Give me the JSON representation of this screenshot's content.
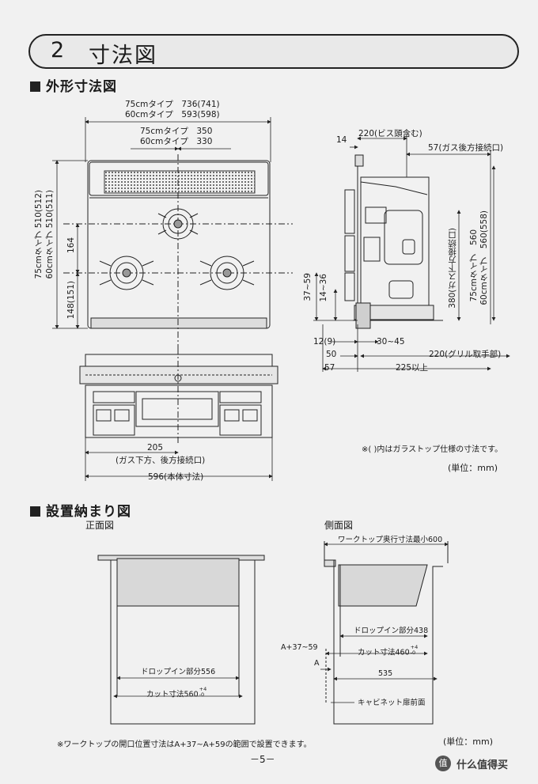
{
  "header": {
    "number": "2",
    "title": "寸法図"
  },
  "outline": {
    "heading": "外形寸法図",
    "top_dims": {
      "w75": "75cmタイプ　736(741)",
      "w60": "60cmタイプ　593(598)",
      "c75": "75cmタイプ　350",
      "c60": "60cmタイプ　330"
    },
    "left_dims": {
      "d75": "75cmタイプ 510(512)",
      "d60": "60cmタイプ 510(511)",
      "v164": "164",
      "v148": "148(151)"
    },
    "bottom_dims": {
      "d205": "205",
      "gas_note": "(ガス下方、後方接続口)",
      "d596": "596(本体寸法)"
    },
    "side_dims": {
      "d14": "14",
      "d220": "220(ビス頭含む)",
      "d57rear": "57(ガス後方接続口)",
      "v37_59": "37~59",
      "v14_36": "14~36",
      "v380": "380(ガス下方接続口)",
      "h75": "75cmタイプ　560",
      "h60": "60cmタイプ　560(558)",
      "d12": "12(9)",
      "d30_45": "30~45",
      "d50": "50",
      "d220grill": "220(グリル取手部)",
      "d57": "57",
      "d225": "225以上"
    },
    "note": "※( )内はガラストップ仕様の寸法です。",
    "unit": "(単位：mm)"
  },
  "install": {
    "heading": "設置納まり図",
    "front": {
      "label": "正面図",
      "drop": "ドロップイン部分556",
      "cut": "カット寸法560",
      "tol_up": "+4",
      "tol_dn": "-0"
    },
    "side": {
      "label": "側面図",
      "worktop": "ワークトップ奥行寸法最小600",
      "drop": "ドロップイン部分438",
      "a_range": "A+37~59",
      "cut": "カット寸法460",
      "tol_up": "+4",
      "tol_dn": "-0",
      "a": "A",
      "d535": "535",
      "cabinet": "キャビネット扉前面"
    },
    "note": "※ワークトップの開口位置寸法はA+37~A+59の範囲で設置できます。",
    "unit": "(単位：mm)"
  },
  "footer": {
    "page": "－5－",
    "watermark": "什么值得买",
    "logo": "值"
  },
  "colors": {
    "background": "#f1f1f1",
    "line": "#222222",
    "pill": "#e9e9e9"
  }
}
